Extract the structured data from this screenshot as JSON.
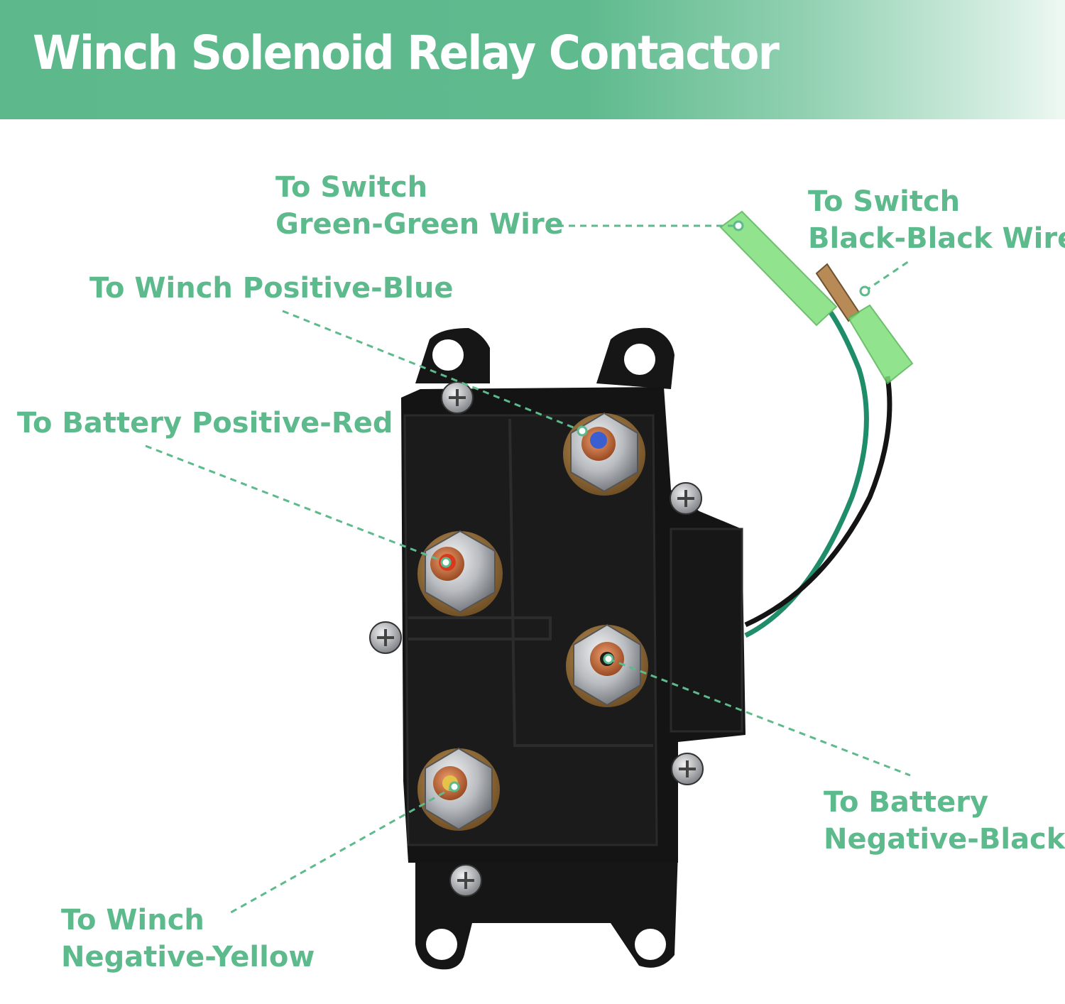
{
  "header": {
    "title": "Winch Solenoid Relay Contactor"
  },
  "callouts": {
    "switch_green": {
      "line1": "To Switch",
      "line2": "Green-Green Wire"
    },
    "switch_black": {
      "line1": "To Switch",
      "line2": "Black-Black Wire"
    },
    "winch_positive": {
      "line1": "To Winch Positive-Blue"
    },
    "battery_positive": {
      "line1": "To Battery Positive-Red"
    },
    "battery_negative": {
      "line1": "To Battery",
      "line2": "Negative-Black"
    },
    "winch_negative": {
      "line1": "To Winch",
      "line2": "Negative-Yellow"
    }
  },
  "colors": {
    "accent": "#5dba8c",
    "housing": "#141414",
    "terminal_blue": "#3b5fd0",
    "terminal_red": "#d83a1e",
    "terminal_yellow": "#e6c24a",
    "terminal_black": "#1d1d1d",
    "wire_green": "#1f8c6a",
    "connector_green": "#7ee07a"
  }
}
